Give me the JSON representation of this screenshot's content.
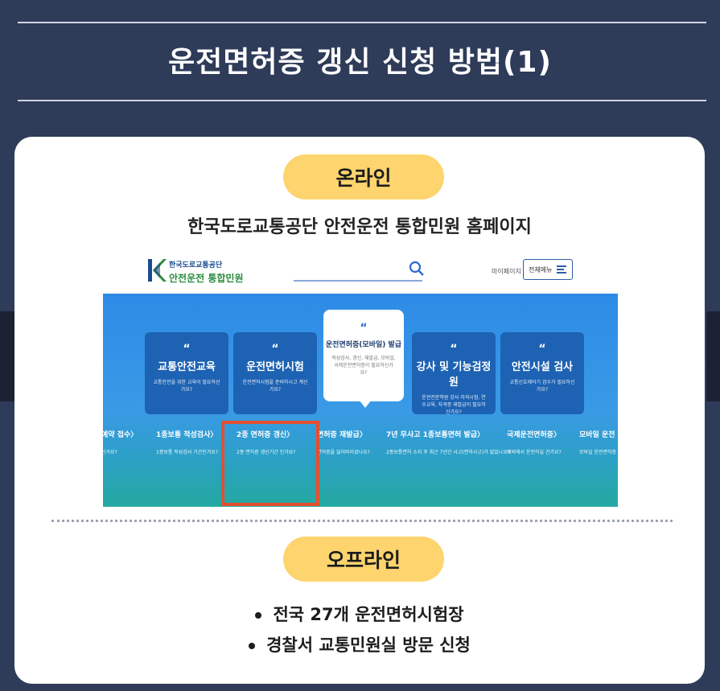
{
  "page": {
    "title": "운전면허증 갱신 신청 방법(1)"
  },
  "online": {
    "badge": "온라인",
    "subtitle": "한국도로교통공단 안전운전 통합민원 홈페이지",
    "site": {
      "logo_top": "한국도로교통공단",
      "logo_bottom": "안전운전 통합민원",
      "mypage": "마이페이지",
      "menu_label": "전체메뉴",
      "tiles": [
        {
          "title": "교통안전교육",
          "desc": "교통안전을 위한 교육이 필요하신가요?",
          "icon": "quote-icon"
        },
        {
          "title": "운전면허시험",
          "desc": "운전면허시험을 준비하시고 계신가요?",
          "icon": "quote-icon"
        },
        {
          "title": "운전면허증(모바일) 발급",
          "desc": "적성검사, 갱신, 재발급, 모바일, 국제운전면허증이 필요하신가요?",
          "icon": "quote-icon"
        },
        {
          "title": "강사 및 기능검정원",
          "desc": "운전전문학원 강사 자격시험, 연수교육, 자격증 재발급이 필요하신가요?",
          "icon": "quote-icon"
        },
        {
          "title": "안전시설 검사",
          "desc": "교통신호제어기 검수가 필요하신가요?",
          "icon": "quote-icon"
        }
      ],
      "services": [
        {
          "title": "예약 접수〉",
          "desc": "신가요?"
        },
        {
          "title": "1종보통 적성검사〉",
          "desc": "1종보통 적성검사 기간인가요?"
        },
        {
          "title": "2종 면허증 갱신〉",
          "desc": "2종 면허증 갱신기간 인가요?"
        },
        {
          "title": "면허증 재발급〉",
          "desc": "면허증을 잃어버리셨나요?"
        },
        {
          "title": "7년 무사고 1종보통면허 발급〉",
          "desc": "2종보통면허 소지 후 최근 7년간 사고(면허사고)가 없었나요?"
        },
        {
          "title": "국제운전면허증〉",
          "desc": "해외에서 운전하실 건가요?"
        },
        {
          "title": "모바일 운전",
          "desc": "모바일 운전면허증 발급하실 건가요?"
        }
      ]
    }
  },
  "offline": {
    "badge": "오프라인",
    "items": [
      "전국 27개 운전면허시험장",
      "경찰서 교통민원실 방문 신청"
    ]
  },
  "colors": {
    "background": "#2e3b59",
    "pill": "#fdd46e",
    "highlight": "#e44f2f",
    "tile": "#1d62b3"
  }
}
